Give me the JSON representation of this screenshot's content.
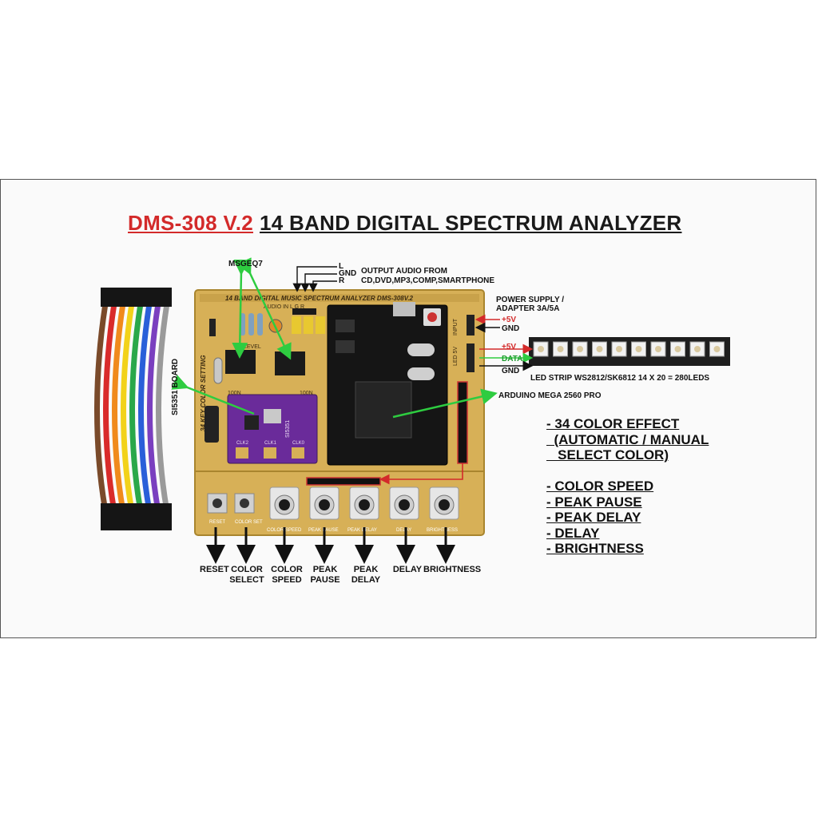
{
  "title": {
    "model": "DMS-308 V.2",
    "name": "14 BAND DIGITAL SPECTRUM ANALYZER"
  },
  "labels": {
    "msgeq7": "MSGEQ7",
    "si5351": "SI5351 BOARD",
    "audio_l": "L",
    "audio_gnd": "GND",
    "audio_r": "R",
    "output_audio_1": "OUTPUT AUDIO FROM",
    "output_audio_2": "CD,DVD,MP3,COMP,SMARTPHONE",
    "power_1": "POWER SUPPLY /",
    "power_2": "ADAPTER 3A/5A",
    "pwr_5v": "+5V",
    "pwr_gnd": "GND",
    "led_5v": "+5V",
    "led_data": "DATA",
    "led_gnd": "GND",
    "led_strip": "LED STRIP WS2812/SK6812  14 X 20 = 280LEDS",
    "arduino": "ARDUINO MEGA 2560 PRO"
  },
  "pcb": {
    "board_title": "14 BAND DIGITAL MUSIC SPECTRUM ANALYZER   DMS-308V.2",
    "audio_in": "AUDIO IN L G R",
    "level": "LEVEL",
    "key_color": "34 KEY COLOR SETTING",
    "input": "INPUT",
    "led5v": "LED 5V",
    "cap_left": "100N",
    "cap_right": "100N",
    "silk_reset": "RESET",
    "silk_color_set": "COLOR SET",
    "silk_color_speed": "COLOR SPEED",
    "silk_peak_pause": "PEAK PAUSE",
    "silk_peak_delay": "PEAK DELAY",
    "silk_delay": "DELAY",
    "silk_brightness": "BRIGHTNESS",
    "si_chip": "SI5351",
    "clk0": "CLK0",
    "clk1": "CLK1",
    "clk2": "CLK2"
  },
  "features": [
    "- 34 COLOR EFFECT",
    "  (AUTOMATIC / MANUAL",
    "   SELECT COLOR)",
    "- COLOR SPEED",
    "- PEAK PAUSE",
    "- PEAK DELAY",
    "- DELAY",
    "- BRIGHTNESS"
  ],
  "buttons": {
    "reset": "RESET",
    "color_select_1": "COLOR",
    "color_select_2": "SELECT",
    "color_speed_1": "COLOR",
    "color_speed_2": "SPEED",
    "peak_pause_1": "PEAK",
    "peak_pause_2": "PAUSE",
    "peak_delay_1": "PEAK",
    "peak_delay_2": "DELAY",
    "delay": "DELAY",
    "brightness": "BRIGHTNESS"
  },
  "colors": {
    "pcb": "#d7b057",
    "pcb_dark": "#a9852e",
    "module": "#151515",
    "si5351": "#6a2b9a",
    "title_red": "#d32a2a",
    "arrow_green": "#2ecc40",
    "arrow_red": "#d32a2a",
    "led_strip": "#1e1e1e",
    "led_on": "#f2f2f2"
  },
  "wire_colors": [
    "#7a4a2a",
    "#d92b2b",
    "#f08a1c",
    "#f2d21a",
    "#2aa84a",
    "#2a5fd9",
    "#7a3fbf",
    "#9a9a9a"
  ]
}
